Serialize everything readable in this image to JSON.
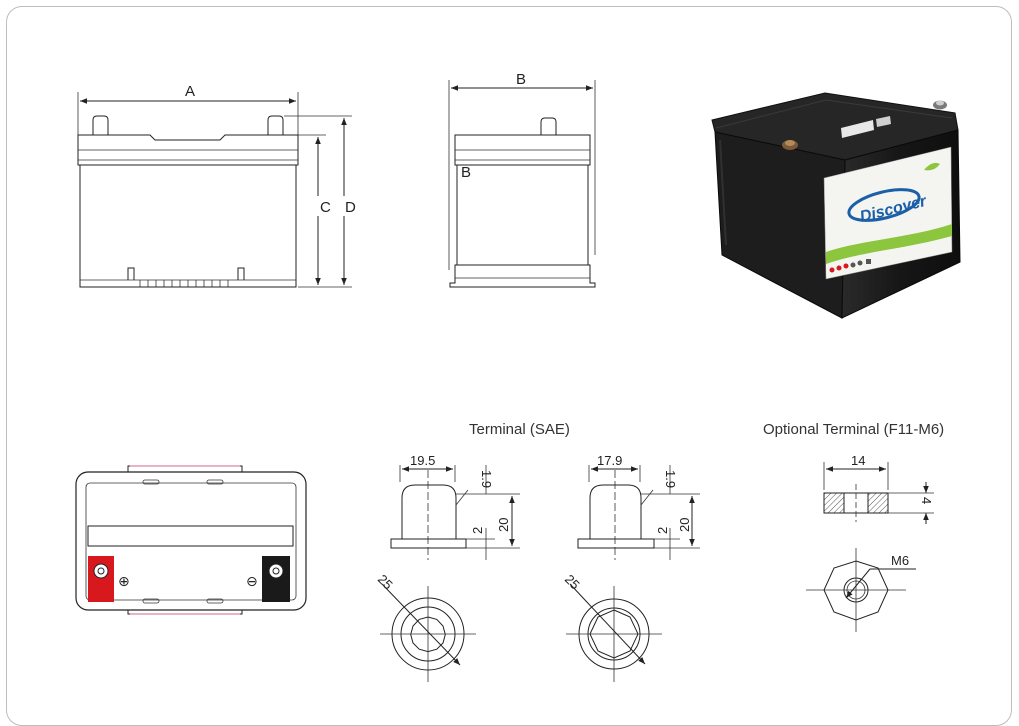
{
  "dimension_labels": {
    "a": "A",
    "b_top": "B",
    "b_side": "B",
    "c": "C",
    "d": "D"
  },
  "terminal_sae": {
    "title": "Terminal (SAE)",
    "left": {
      "top_width": "19.5",
      "taper": "1.9",
      "base": "2",
      "height": "20",
      "diameter": "25"
    },
    "right": {
      "top_width": "17.9",
      "taper": "1.9",
      "base": "2",
      "height": "20",
      "diameter": "25"
    }
  },
  "terminal_optional": {
    "title": "Optional Terminal (F11-M6)",
    "width": "14",
    "height": "4",
    "thread": "M6"
  },
  "battery_photo": {
    "brand": "Discover",
    "colors": {
      "body": "#1b1b1b",
      "label_green": "#8cc63f",
      "logo_blue": "#1b5fa8"
    }
  },
  "top_view": {
    "positive_symbol": "⊕",
    "negative_symbol": "⊖",
    "colors": {
      "positive": "#d7191e",
      "negative": "#1a1a1a"
    }
  }
}
